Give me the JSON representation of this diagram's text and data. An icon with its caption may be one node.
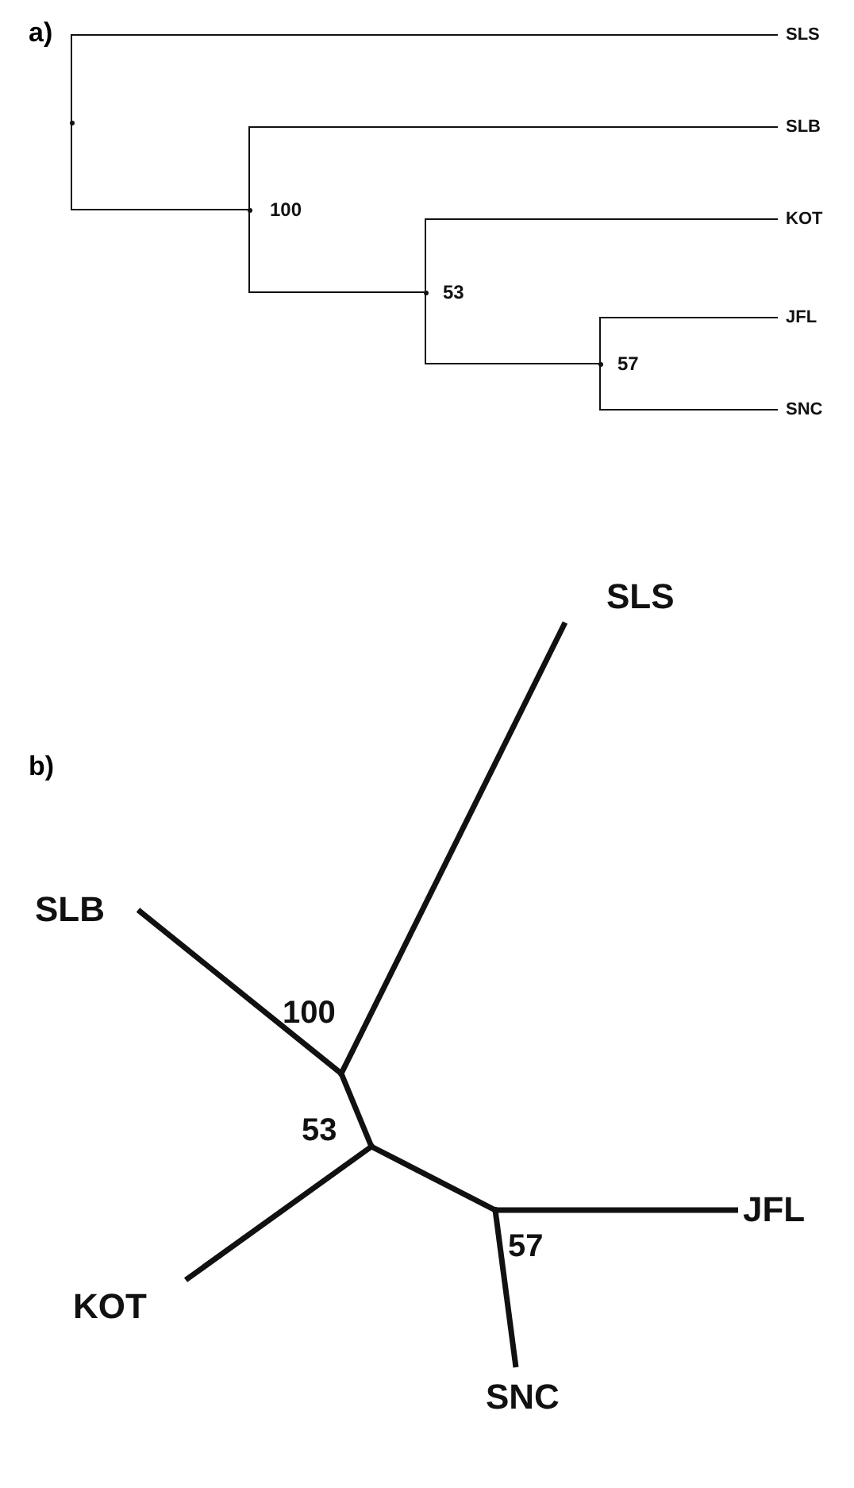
{
  "diagram": {
    "nodes": [
      {
        "text": [],
        "shape": "point"
      },
      {
        "text": [
          "SLS"
        ]
      },
      {
        "text": [],
        "shape": "point",
        "beside": [
          "100"
        ]
      },
      {
        "text": [
          "SLB"
        ]
      },
      {
        "text": [],
        "shape": "point",
        "beside": [
          "53"
        ]
      },
      {
        "text": [
          "KOT"
        ]
      },
      {
        "text": [],
        "shape": "point",
        "beside": [
          "57"
        ]
      },
      {
        "text": [
          "JFL"
        ]
      },
      {
        "text": [
          "SNC"
        ]
      },
      {
        "text": [
          "SLS"
        ]
      },
      {
        "text": [
          "SLB"
        ]
      },
      {
        "text": [],
        "shape": "point",
        "beside": [
          "100"
        ]
      },
      {
        "text": [],
        "shape": "point",
        "beside": [
          "53"
        ]
      },
      {
        "text": [
          "JFL"
        ]
      },
      {
        "text": [
          "KOT"
        ]
      },
      {
        "text": [],
        "shape": "point",
        "beside": [
          "57"
        ]
      },
      {
        "text": [
          "SNC"
        ]
      }
    ],
    "edges": [
      {
        "from": 0,
        "to": 1,
        "arrow": "none"
      },
      {
        "from": 0,
        "to": 2,
        "arrow": "none"
      },
      {
        "from": 2,
        "to": 3,
        "arrow": "none"
      },
      {
        "from": 2,
        "to": 4,
        "arrow": "none"
      },
      {
        "from": 4,
        "to": 5,
        "arrow": "none"
      },
      {
        "from": 4,
        "to": 6,
        "arrow": "none"
      },
      {
        "from": 6,
        "to": 7,
        "arrow": "none"
      },
      {
        "from": 6,
        "to": 8,
        "arrow": "none"
      },
      {
        "from": 11,
        "to": 9,
        "arrow": "none",
        "style": "thick"
      },
      {
        "from": 11,
        "to": 10,
        "arrow": "none",
        "style": "thick"
      },
      {
        "from": 11,
        "to": 12,
        "arrow": "none",
        "style": "thick"
      },
      {
        "from": 12,
        "to": 14,
        "arrow": "none",
        "style": "thick"
      },
      {
        "from": 12,
        "to": 15,
        "arrow": "none",
        "style": "thick"
      },
      {
        "from": 15,
        "to": 13,
        "arrow": "none",
        "style": "thick"
      },
      {
        "from": 15,
        "to": 16,
        "arrow": "none",
        "style": "thick"
      }
    ],
    "labels": [
      "a)",
      "b)"
    ]
  }
}
